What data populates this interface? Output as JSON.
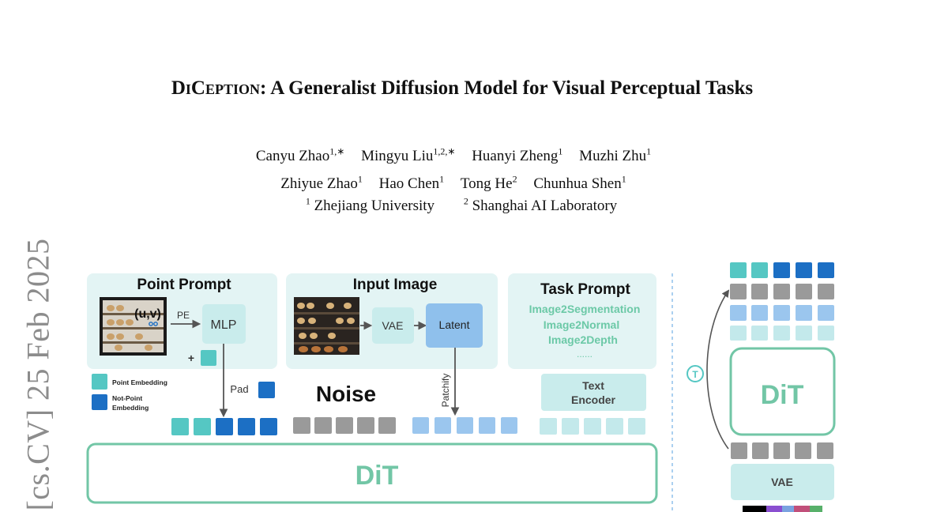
{
  "paper": {
    "title_first": "DiCeption",
    "title_rest": ": A Generalist Diffusion Model for Visual Perceptual Tasks",
    "authors": [
      {
        "name": "Canyu Zhao",
        "sup": "1,∗"
      },
      {
        "name": "Mingyu Liu",
        "sup": "1,2,∗"
      },
      {
        "name": "Huanyi Zheng",
        "sup": "1"
      },
      {
        "name": "Muzhi Zhu",
        "sup": "1"
      },
      {
        "name": "Zhiyue Zhao",
        "sup": "1"
      },
      {
        "name": "Hao Chen",
        "sup": "1"
      },
      {
        "name": "Tong He",
        "sup": "2"
      },
      {
        "name": "Chunhua Shen",
        "sup": "1"
      }
    ],
    "affiliations": [
      {
        "sup": "1",
        "name": "Zhejiang University"
      },
      {
        "sup": "2",
        "name": "Shanghai AI Laboratory"
      }
    ],
    "arxiv_stamp": "[cs.CV]  25 Feb 2025"
  },
  "figure": {
    "point_prompt": {
      "title": "Point Prompt",
      "coord": "(u,v)",
      "pe": "PE",
      "mlp": "MLP",
      "plus": "+",
      "pad": "Pad"
    },
    "input_image": {
      "title": "Input Image",
      "vae": "VAE",
      "latent": "Latent",
      "patchify": "Patchify"
    },
    "task_prompt": {
      "title": "Task Prompt",
      "tasks": [
        "Image2Segmentation",
        "Image2Normal",
        "Image2Depth"
      ],
      "ellipsis": "......",
      "encoder_line1": "Text",
      "encoder_line2": "Encoder"
    },
    "legend": {
      "point": "Point Embedding",
      "not_point_line1": "Not-Point",
      "not_point_line2": "Embedding"
    },
    "noise": "Noise",
    "dit_main": "DiT",
    "dit_right": "DiT",
    "vae_right": "VAE",
    "t_symbol": "T",
    "colors": {
      "teal_light": "#e3f4f4",
      "teal_box": "#c9ecec",
      "teal_tok": "#55c7c3",
      "blue_dark": "#1c6fc4",
      "blue_light": "#9bc6ee",
      "blue_latent": "#8fc0ec",
      "gray_tok": "#9a9a9a",
      "pale_tok": "#c3e9eb",
      "dit_green": "#72c6a6",
      "task_text": "#6cc9a7"
    }
  }
}
